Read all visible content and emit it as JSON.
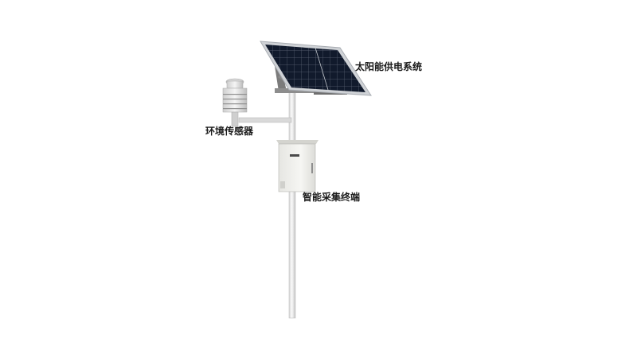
{
  "labels": {
    "solar": "太阳能供电系统",
    "sensor": "环境传感器",
    "terminal": "智能采集终端"
  }
}
